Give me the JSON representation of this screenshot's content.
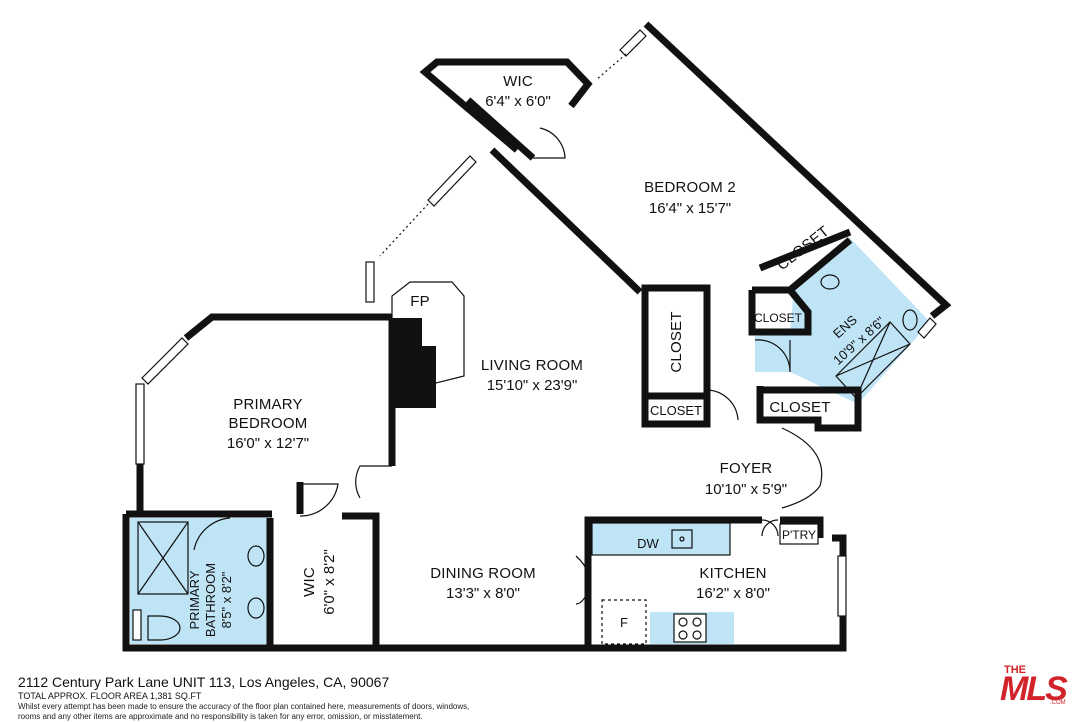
{
  "rooms": {
    "wic_top": {
      "name": "WIC",
      "dims": "6'4\" x 6'0\""
    },
    "bedroom2": {
      "name": "BEDROOM 2",
      "dims": "16'4\" x 15'7\""
    },
    "closet_b2": {
      "name": "CLOSET"
    },
    "closet_ens": {
      "name": "CLOSET"
    },
    "ens": {
      "name": "ENS",
      "dims": "10'9\" x 8'6\""
    },
    "fp": {
      "name": "FP"
    },
    "living": {
      "name": "LIVING ROOM",
      "dims": "15'10\" x 23'9\""
    },
    "closet_tall": {
      "name": "CLOSET"
    },
    "closet_small": {
      "name": "CLOSET"
    },
    "closet_foyer": {
      "name": "CLOSET"
    },
    "primary_bed": {
      "name1": "PRIMARY",
      "name2": "BEDROOM",
      "dims": "16'0\" x 12'7\""
    },
    "foyer": {
      "name": "FOYER",
      "dims": "10'10\" x 5'9\""
    },
    "pantry": {
      "name": "P'TRY"
    },
    "dw": {
      "name": "DW"
    },
    "wic_bottom": {
      "name": "WIC",
      "dims": "6'0\" x 8'2\""
    },
    "primary_bath": {
      "name1": "PRIMARY",
      "name2": "BATHROOM",
      "dims": "8'5\" x 8'2\""
    },
    "dining": {
      "name": "DINING ROOM",
      "dims": "13'3\" x 8'0\""
    },
    "kitchen": {
      "name": "KITCHEN",
      "dims": "16'2\" x 8'0\""
    },
    "fridge": {
      "name": "F"
    }
  },
  "footer": {
    "address": "2112 Century Park Lane UNIT 113, Los Angeles, CA, 90067",
    "area": "TOTAL APPROX. FLOOR AREA 1,381 SQ.FT",
    "disclaimer": "Whilst every attempt has been made to ensure the accuracy of the floor plan contained here, measurements of doors, windows, rooms and any other items are approximate and no responsibility is taken for any error, omission, or misstatement."
  },
  "logo": {
    "the": "THE",
    "mls": "MLS",
    "com": ".COM"
  },
  "colors": {
    "wall": "#111111",
    "wet_area": "#bfe4f6",
    "accent": "#d2232a"
  }
}
